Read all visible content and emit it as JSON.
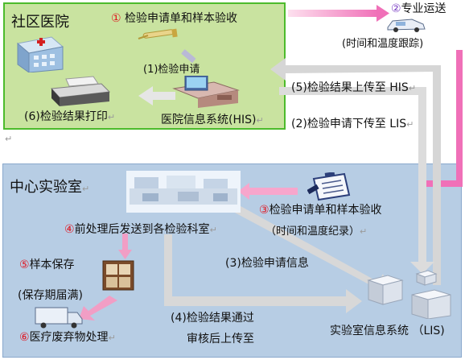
{
  "community": {
    "title": "社区医院",
    "step1_num": "①",
    "step1_label": "检验申请单和样本验收",
    "his_request": "(1)检验申请",
    "his_system": "医院信息系统(HIS)",
    "print_label": "(6)检验结果打印"
  },
  "transport": {
    "num": "②",
    "label": "专业运送",
    "sub": "(时间和温度跟踪)"
  },
  "links": {
    "upload_his": "(5)检验结果上传至 HIS",
    "download_lis": "(2)检验申请下传至 LIS"
  },
  "lab": {
    "title": "中心实验室",
    "step3_num": "③",
    "step3_label": "检验申请单和样本验收",
    "step3_sub": "（时间和温度纪录）",
    "step4_num": "④",
    "step4_label": "前处理后发送到各检验科室",
    "step5_num": "⑤",
    "step5_label": "样本保存",
    "step5_sub": "(保存期届满)",
    "step6_num": "⑥",
    "step6_label": "医疗废弃物处理",
    "request_info": "(3)检验申请信息",
    "result_line1": "(4)检验结果通过",
    "result_line2": "审核后上传至",
    "lis_system": "实验室信息系统 （LIS)"
  },
  "paragraph_mark": "↵",
  "colors": {
    "community_bg": "#c9e3a0",
    "community_border": "#4cbb2c",
    "lab_bg": "#b7cde4",
    "pink_arrow": "#f070b8",
    "gray_arrow": "#d9d9d9",
    "step_red": "#e0141e"
  },
  "icons": [
    "hospital-building-icon",
    "specimen-vial-icon",
    "printer-icon",
    "his-computer-icon",
    "transport-van-icon",
    "lab-room-icon",
    "clipboard-form-icon",
    "storage-cabinet-icon",
    "waste-truck-icon",
    "lis-server-icon"
  ]
}
